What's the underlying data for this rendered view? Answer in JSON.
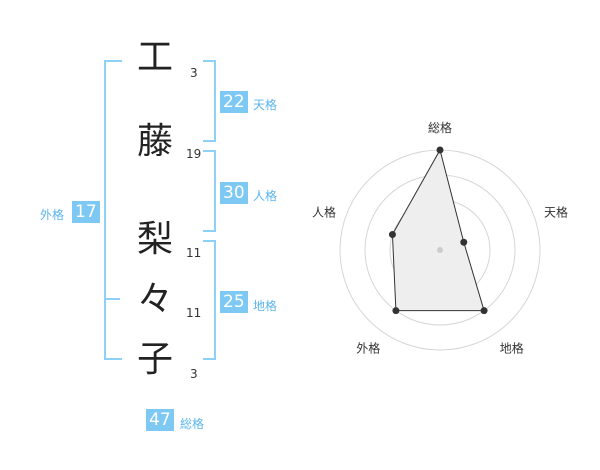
{
  "name": {
    "chars": [
      {
        "char": "工",
        "strokes": "3"
      },
      {
        "char": "藤",
        "strokes": "19"
      },
      {
        "char": "梨",
        "strokes": "11"
      },
      {
        "char": "々",
        "strokes": "11"
      },
      {
        "char": "子",
        "strokes": "3"
      }
    ]
  },
  "fortune": {
    "tenkaku": {
      "value": "22",
      "label": "天格"
    },
    "jinkaku": {
      "value": "30",
      "label": "人格"
    },
    "chikaku": {
      "value": "25",
      "label": "地格"
    },
    "gaikaku": {
      "value": "17",
      "label": "外格"
    },
    "soukaku": {
      "value": "47",
      "label": "総格"
    }
  },
  "chart_data": {
    "type": "radar",
    "axes": [
      "総格",
      "天格",
      "地格",
      "外格",
      "人格"
    ],
    "values": [
      4,
      1,
      3,
      3,
      2
    ],
    "max": 4,
    "rings": 4,
    "colors": {
      "fill": "#eeeeee",
      "stroke": "#333333",
      "ring": "#d6d6d6",
      "point": "#333333",
      "center": "#cccccc"
    }
  }
}
